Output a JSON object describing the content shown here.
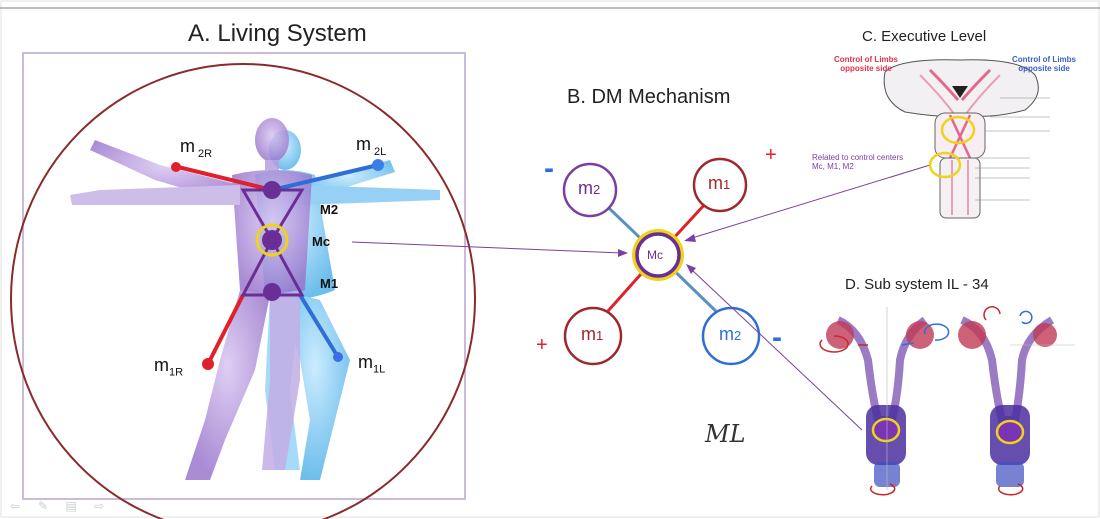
{
  "panels": {
    "a_title": "A. Living System",
    "b_title": "B. DM Mechanism",
    "c_title": "C. Executive Level",
    "d_title": "D. Sub system IL - 34"
  },
  "living_system": {
    "m2r": "m",
    "m2r_sub": "2R",
    "m2l": "m",
    "m2l_sub": "2L",
    "m1r": "m",
    "m1r_sub": "1R",
    "m1l": "m",
    "m1l_sub": "1L",
    "M2": "M2",
    "Mc": "Mc",
    "M1": "M1"
  },
  "dm_mechanism": {
    "m2_top": "m",
    "m2_top_sub": "2",
    "m1_top": "m",
    "m1_top_sub": "1",
    "m1_bottom": "m",
    "m1_bottom_sub": "1",
    "m2_bottom": "m",
    "m2_bottom_sub": "2",
    "center": "Mc",
    "minus_top": "-",
    "plus_top": "+",
    "plus_bottom": "+",
    "minus_bottom": "-",
    "signature": "ML"
  },
  "executive_level": {
    "left_heading_1": "Control of Limbs",
    "left_heading_2": "opposite side",
    "right_heading_1": "Control of Limbs",
    "right_heading_2": "opposite side",
    "related_1": "Related to control  centers",
    "related_2": "Mc, M1, M2"
  },
  "colors": {
    "red": "#e0202a",
    "blue": "#2e6fd6",
    "purple": "#6a2f96",
    "yellow": "#f1d21a",
    "border": "#8a2a2a",
    "frame": "#b9a3cf"
  },
  "nav": [
    "back-icon",
    "pen-icon",
    "menu-icon",
    "forward-icon"
  ]
}
